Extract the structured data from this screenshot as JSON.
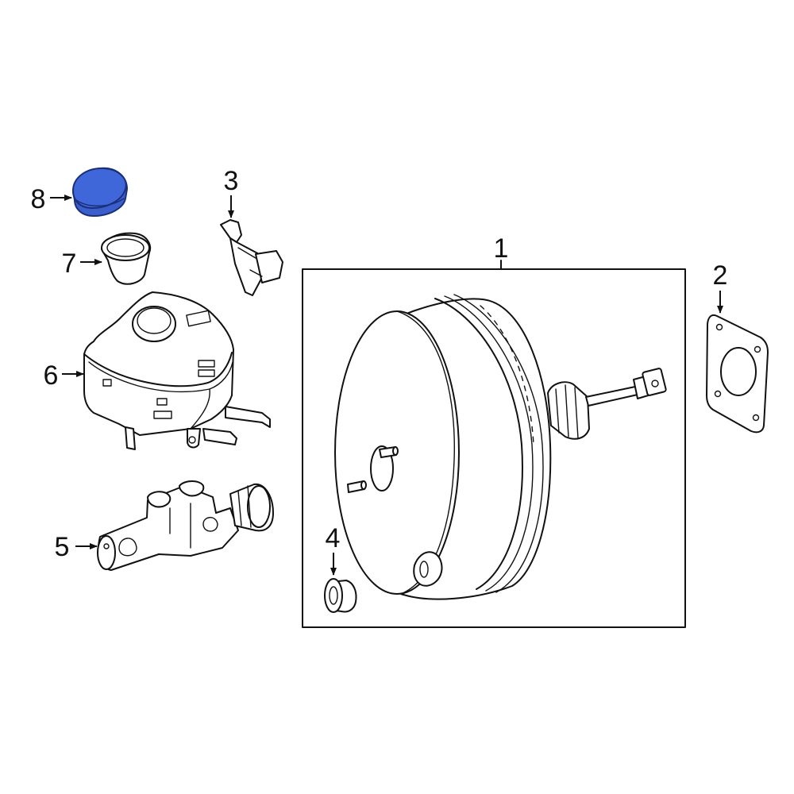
{
  "callouts": {
    "c1": "1",
    "c2": "2",
    "c3": "3",
    "c4": "4",
    "c5": "5",
    "c6": "6",
    "c7": "7",
    "c8": "8"
  },
  "colors": {
    "line": "#111111",
    "highlight_part": "#3a5fcd",
    "highlight_outline": "#1b2f7a",
    "background": "#ffffff"
  },
  "highlighted_part": "8"
}
